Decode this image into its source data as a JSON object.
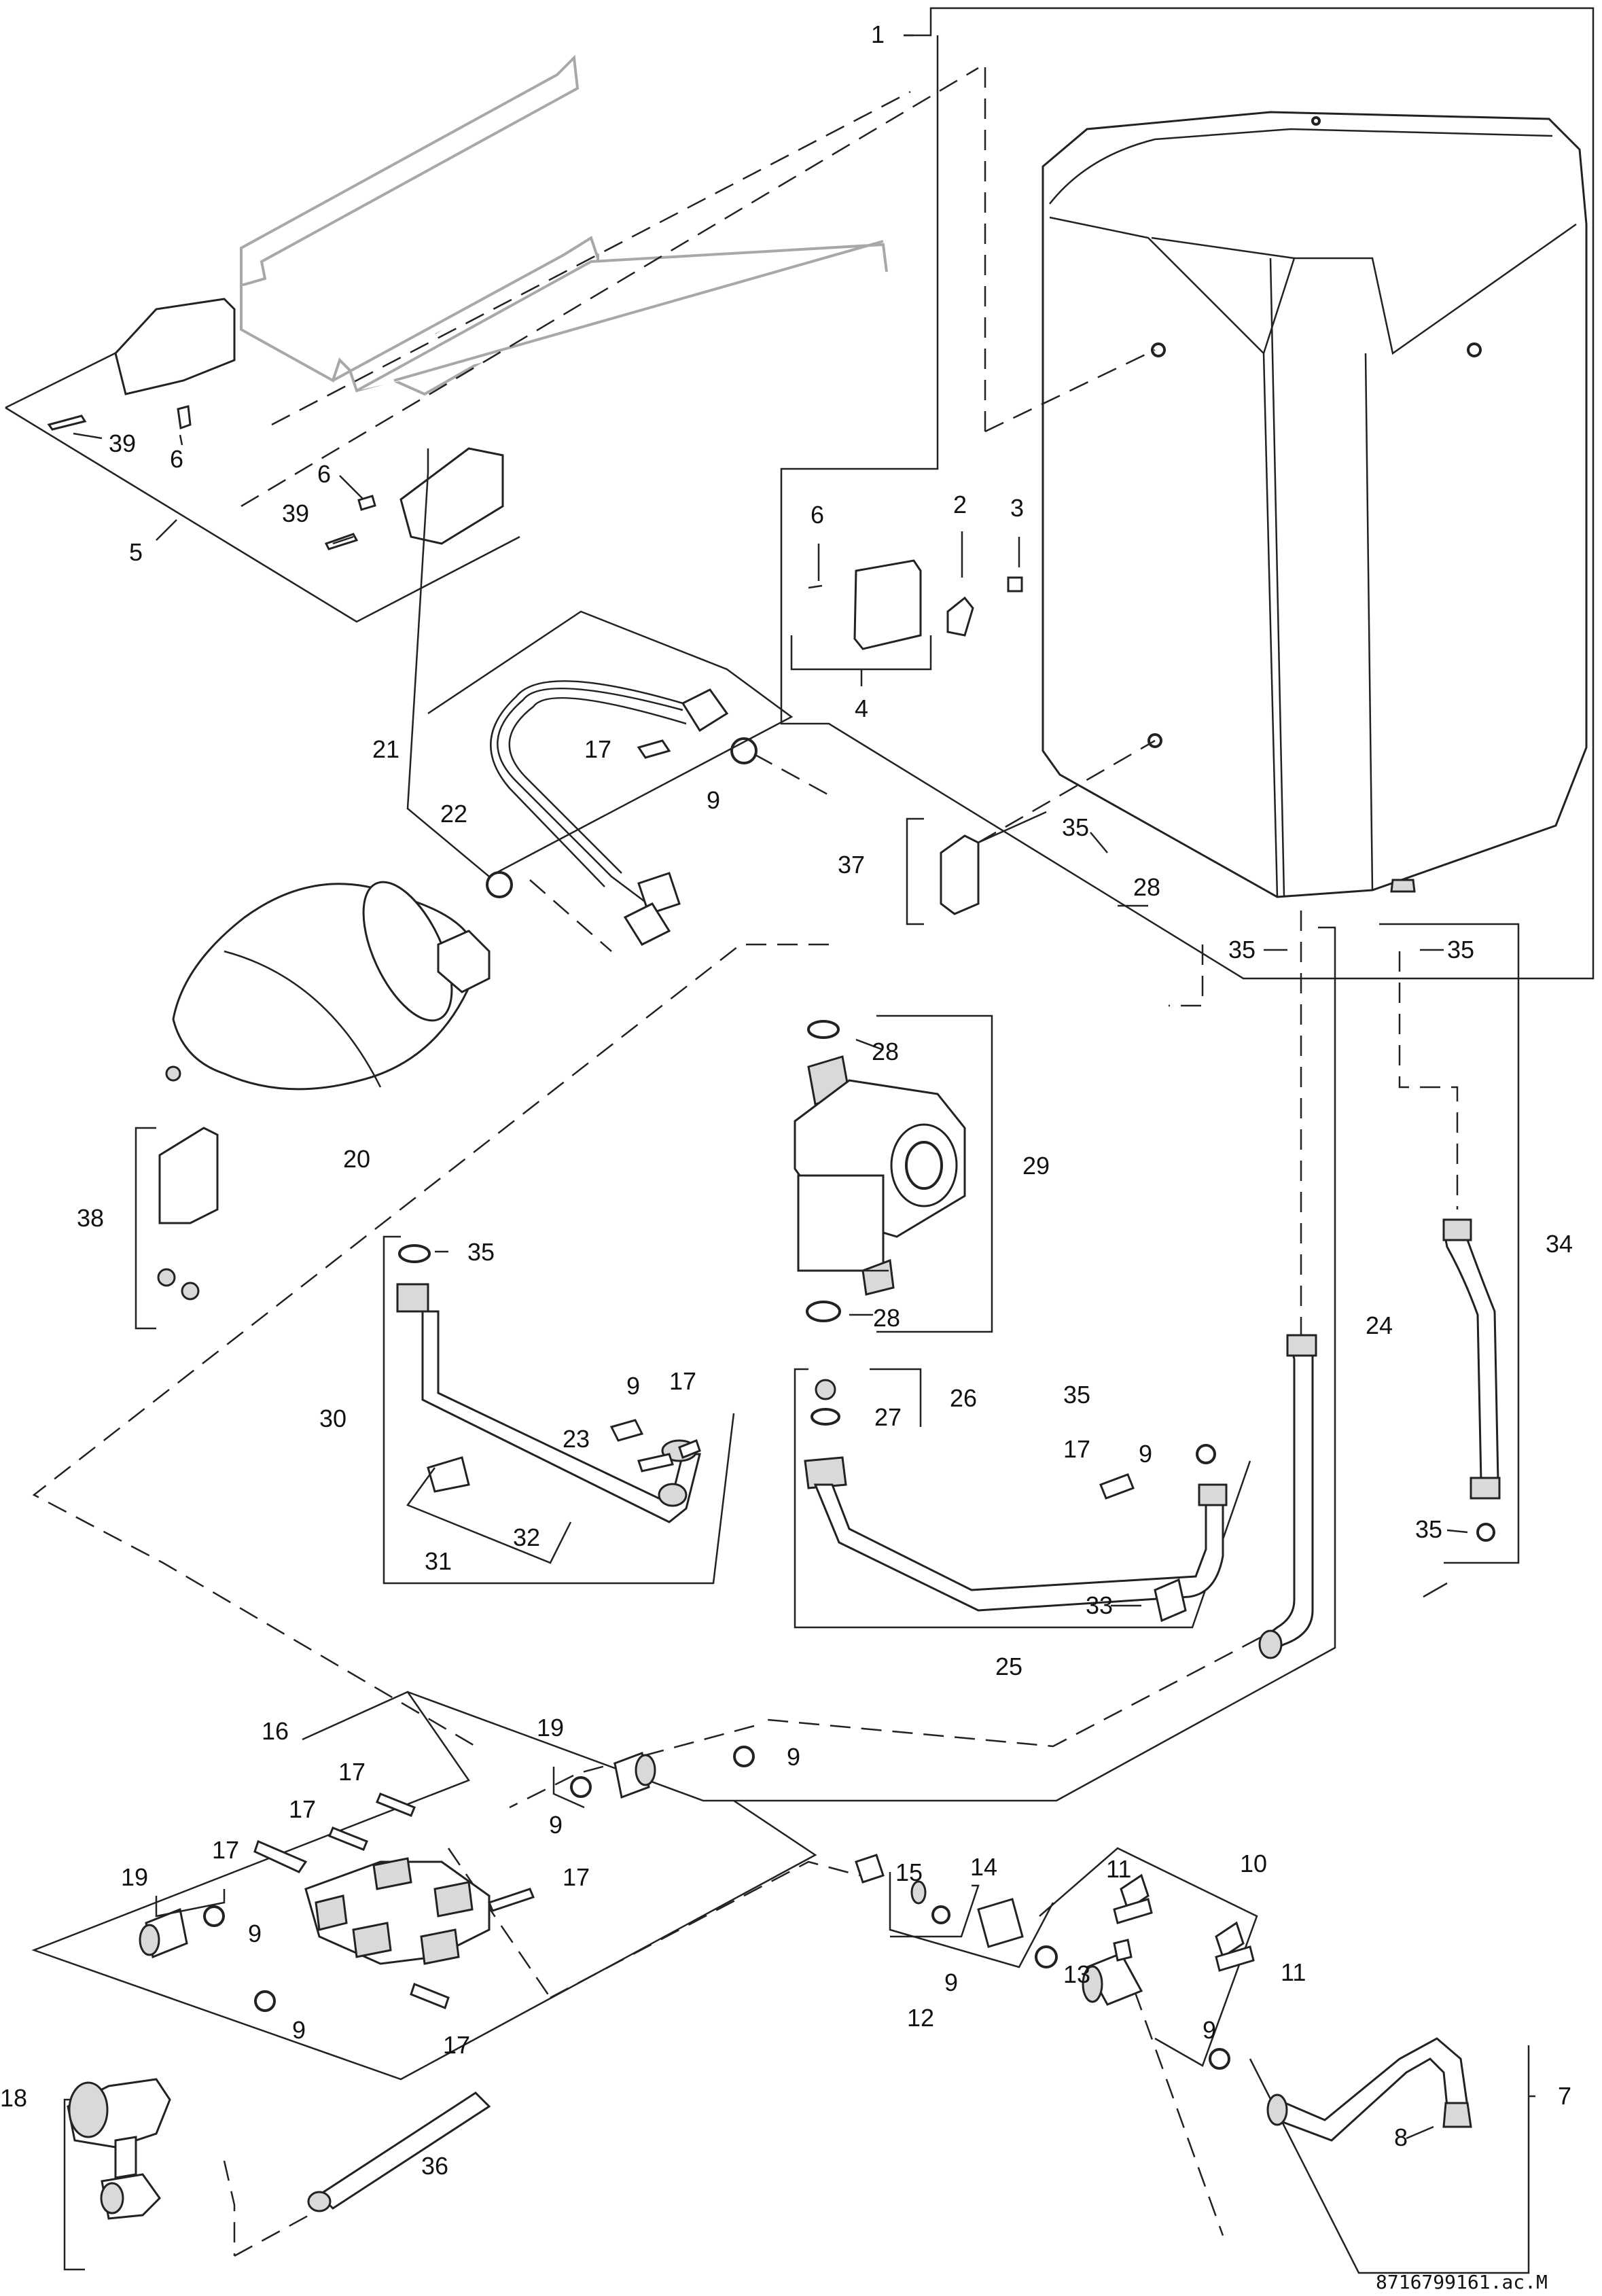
{
  "drawing_code": "8716799161.ac.M",
  "callouts": [
    {
      "id": "c1",
      "text": "1"
    },
    {
      "id": "c2",
      "text": "2"
    },
    {
      "id": "c3",
      "text": "3"
    },
    {
      "id": "c4",
      "text": "4"
    },
    {
      "id": "c5",
      "text": "5"
    },
    {
      "id": "c6a",
      "text": "6"
    },
    {
      "id": "c6b",
      "text": "6"
    },
    {
      "id": "c6c",
      "text": "6"
    },
    {
      "id": "c7",
      "text": "7"
    },
    {
      "id": "c8",
      "text": "8"
    },
    {
      "id": "c9a",
      "text": "9"
    },
    {
      "id": "c9b",
      "text": "9"
    },
    {
      "id": "c9c",
      "text": "9"
    },
    {
      "id": "c9d",
      "text": "9"
    },
    {
      "id": "c9e",
      "text": "9"
    },
    {
      "id": "c9f",
      "text": "9"
    },
    {
      "id": "c9g",
      "text": "9"
    },
    {
      "id": "c9h",
      "text": "9"
    },
    {
      "id": "c9i",
      "text": "9"
    },
    {
      "id": "c10",
      "text": "10"
    },
    {
      "id": "c11a",
      "text": "11"
    },
    {
      "id": "c11b",
      "text": "11"
    },
    {
      "id": "c12",
      "text": "12"
    },
    {
      "id": "c13",
      "text": "13"
    },
    {
      "id": "c14",
      "text": "14"
    },
    {
      "id": "c15",
      "text": "15"
    },
    {
      "id": "c16",
      "text": "16"
    },
    {
      "id": "c17a",
      "text": "17"
    },
    {
      "id": "c17b",
      "text": "17"
    },
    {
      "id": "c17c",
      "text": "17"
    },
    {
      "id": "c17d",
      "text": "17"
    },
    {
      "id": "c17e",
      "text": "17"
    },
    {
      "id": "c17f",
      "text": "17"
    },
    {
      "id": "c17g",
      "text": "17"
    },
    {
      "id": "c17h",
      "text": "17"
    },
    {
      "id": "c18",
      "text": "18"
    },
    {
      "id": "c19a",
      "text": "19"
    },
    {
      "id": "c19b",
      "text": "19"
    },
    {
      "id": "c20",
      "text": "20"
    },
    {
      "id": "c21",
      "text": "21"
    },
    {
      "id": "c22",
      "text": "22"
    },
    {
      "id": "c23",
      "text": "23"
    },
    {
      "id": "c24",
      "text": "24"
    },
    {
      "id": "c25",
      "text": "25"
    },
    {
      "id": "c26",
      "text": "26"
    },
    {
      "id": "c27",
      "text": "27"
    },
    {
      "id": "c28a",
      "text": "28"
    },
    {
      "id": "c28b",
      "text": "28"
    },
    {
      "id": "c28c",
      "text": "28"
    },
    {
      "id": "c29",
      "text": "29"
    },
    {
      "id": "c30",
      "text": "30"
    },
    {
      "id": "c31",
      "text": "31"
    },
    {
      "id": "c32",
      "text": "32"
    },
    {
      "id": "c33",
      "text": "33"
    },
    {
      "id": "c34",
      "text": "34"
    },
    {
      "id": "c35a",
      "text": "35"
    },
    {
      "id": "c35b",
      "text": "35"
    },
    {
      "id": "c35c",
      "text": "35"
    },
    {
      "id": "c35d",
      "text": "35"
    },
    {
      "id": "c35e",
      "text": "35"
    },
    {
      "id": "c35f",
      "text": "35"
    },
    {
      "id": "c36",
      "text": "36"
    },
    {
      "id": "c37",
      "text": "37"
    },
    {
      "id": "c38",
      "text": "38"
    },
    {
      "id": "c39a",
      "text": "39"
    },
    {
      "id": "c39b",
      "text": "39"
    }
  ]
}
